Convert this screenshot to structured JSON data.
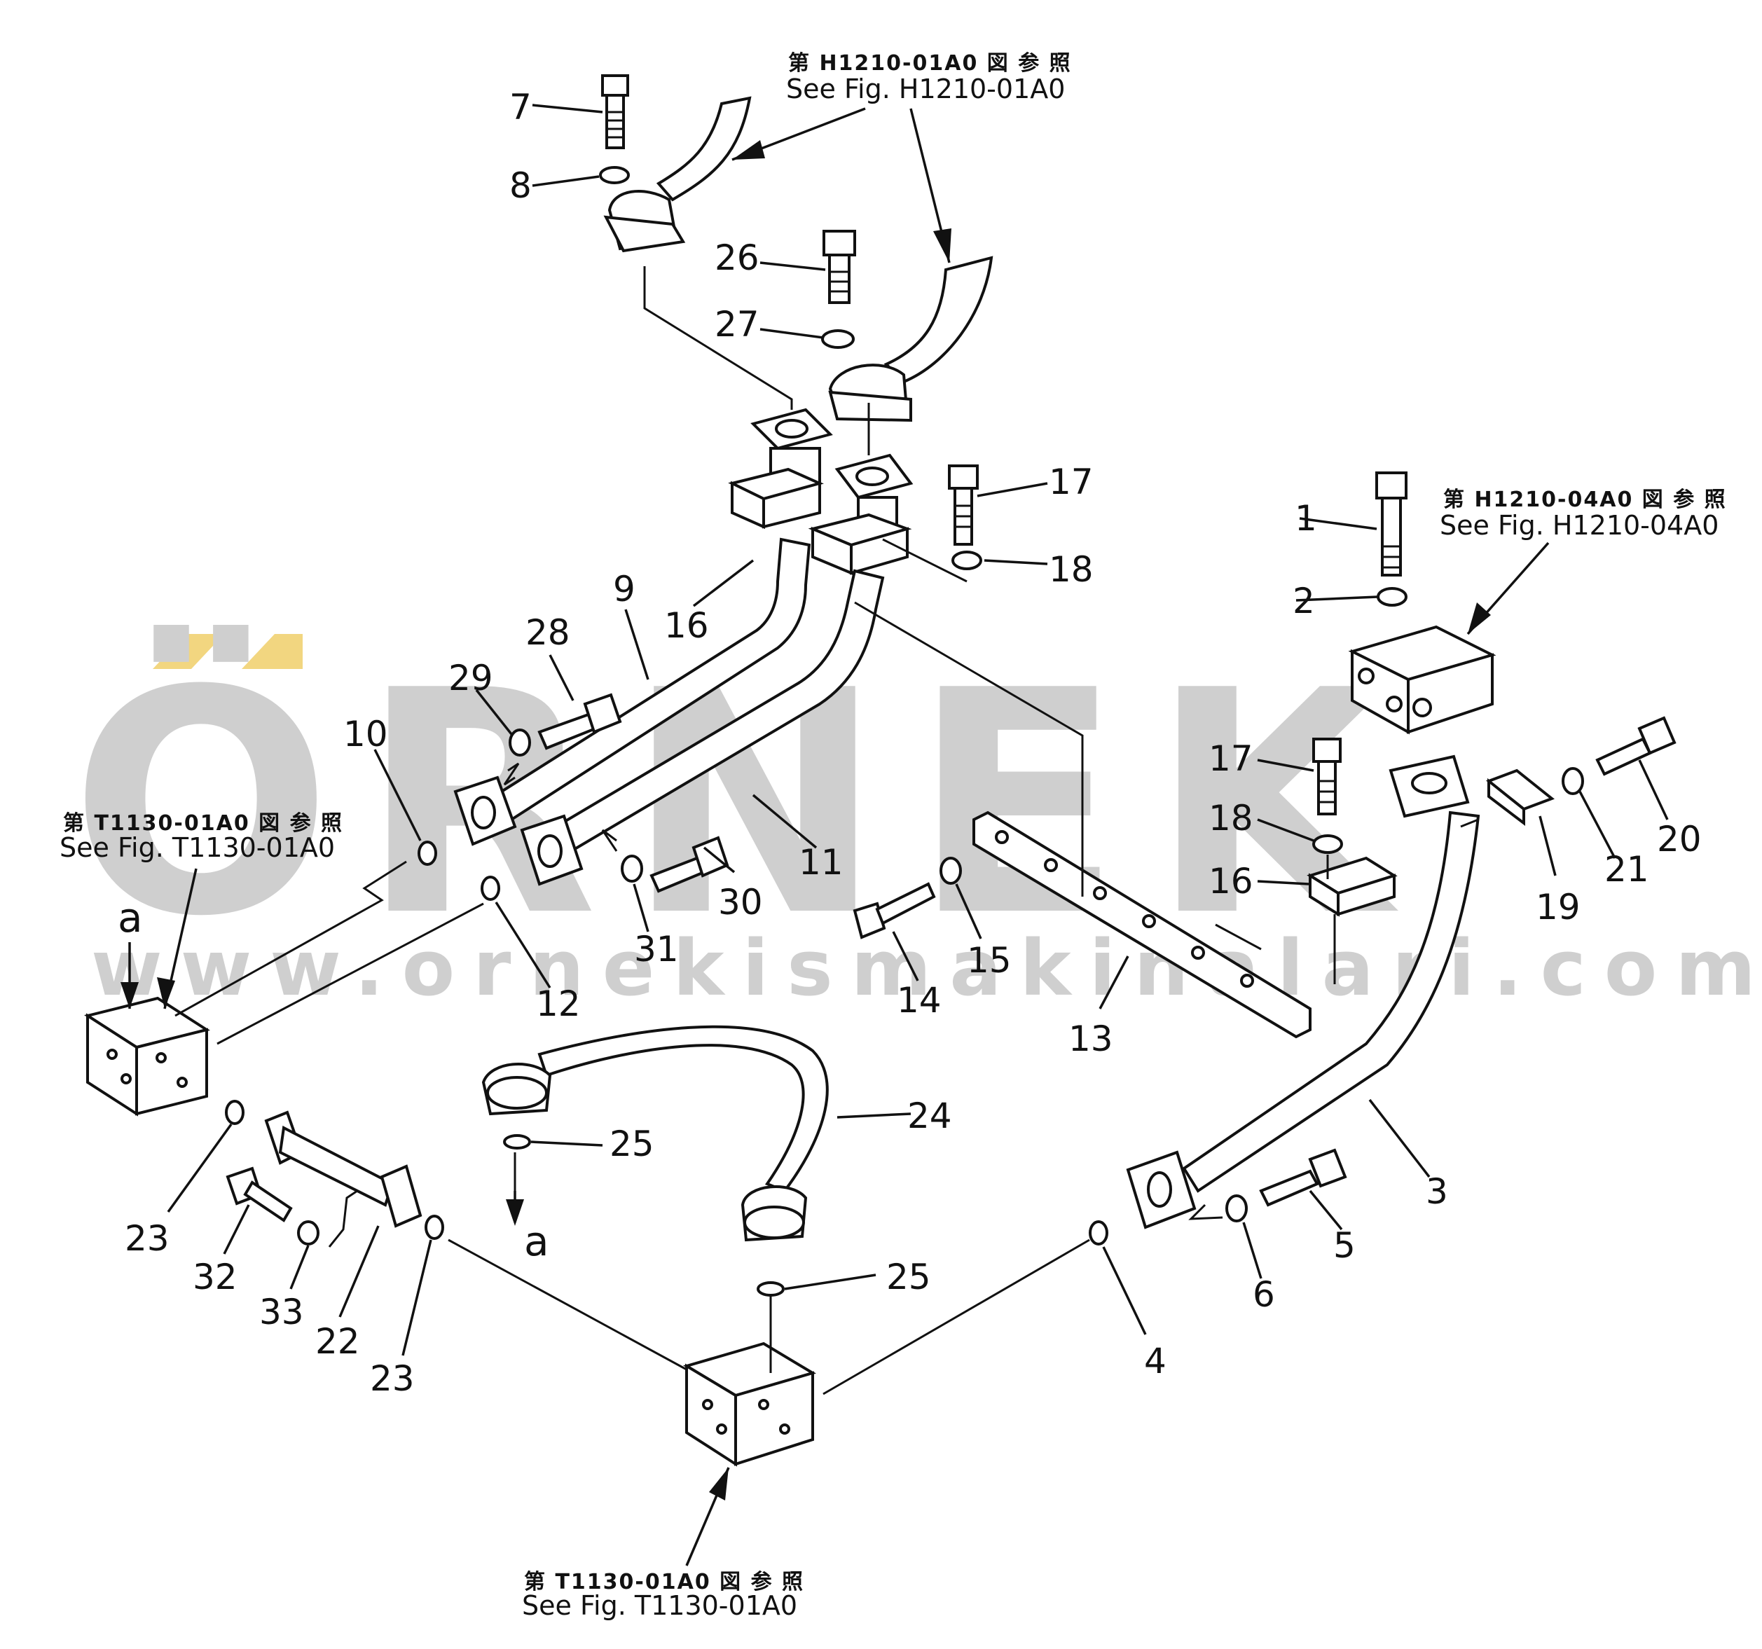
{
  "watermark": {
    "brand": "ÖRNEK",
    "url": "www.ornekismakinalari.com.tr",
    "accent_color": "#f2d680",
    "text_color": "#cfcfcf"
  },
  "references": [
    {
      "id": "ref_h1210_01a0",
      "jp": "第 H1210-01A0 図 参 照",
      "en": "See Fig. H1210-01A0"
    },
    {
      "id": "ref_h1210_04a0",
      "jp": "第 H1210-04A0 図 参 照",
      "en": "See Fig. H1210-04A0"
    },
    {
      "id": "ref_t1130_left",
      "jp": "第 T1130-01A0 図 参 照",
      "en": "See Fig. T1130-01A0"
    },
    {
      "id": "ref_t1130_bottom",
      "jp": "第 T1130-01A0 図 参 照",
      "en": "See Fig. T1130-01A0"
    }
  ],
  "connection_letters": [
    "a",
    "a"
  ],
  "callouts": [
    "1",
    "2",
    "3",
    "4",
    "5",
    "6",
    "7",
    "8",
    "9",
    "10",
    "11",
    "12",
    "13",
    "14",
    "15",
    "16",
    "16",
    "17",
    "17",
    "18",
    "18",
    "19",
    "20",
    "21",
    "22",
    "23",
    "23",
    "24",
    "25",
    "25",
    "26",
    "27",
    "28",
    "29",
    "30",
    "31",
    "32",
    "33"
  ]
}
